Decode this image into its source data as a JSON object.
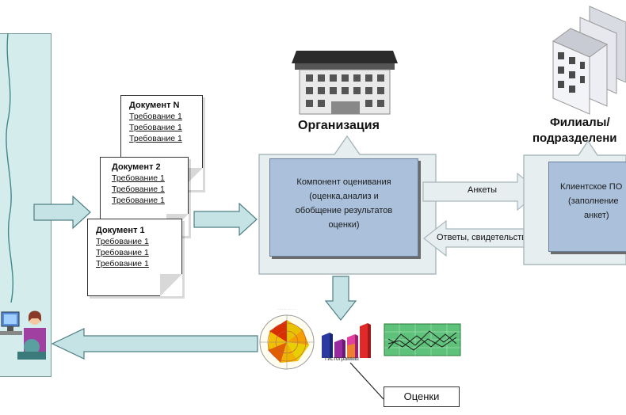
{
  "organization": {
    "label": "Организация"
  },
  "branches": {
    "label_line1": "Филиалы/",
    "label_line2": "подразделени"
  },
  "documents": [
    {
      "title": "Документ N",
      "requirements": [
        "Требование 1",
        "Требование 1",
        "Требование 1"
      ]
    },
    {
      "title": "Документ 2",
      "requirements": [
        "Требование 1",
        "Требование 1",
        "Требование 1"
      ]
    },
    {
      "title": "Документ 1",
      "requirements": [
        "Требование 1",
        "Требование 1",
        "Требование 1"
      ]
    }
  ],
  "assessment": {
    "lines": [
      "Компонент оценивания",
      "(оценка,анализ и",
      "обобщение результатов",
      "оценки)"
    ]
  },
  "client": {
    "lines": [
      "Клиентское ПО",
      "(заполнение",
      "анкет)"
    ]
  },
  "arrows": {
    "surveys": "Анкеты",
    "answers": "Ответы, свидетельства"
  },
  "results": {
    "histogram_caption": "Гистограммы",
    "evaluations": "Оценки"
  },
  "colors": {
    "panel_fill": "#e6eef0",
    "box_fill": "#aac0db",
    "arrow_fill": "#c5e3e5",
    "left_panel": "#d4ecec"
  }
}
